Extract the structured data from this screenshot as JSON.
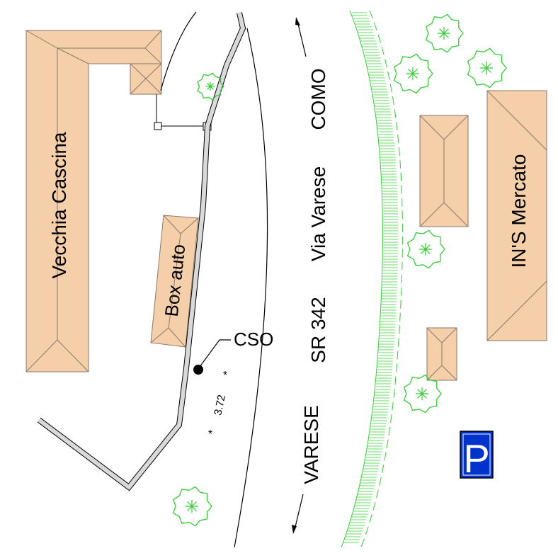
{
  "buildings": {
    "vecchia_cascina": "Vecchia Cascina",
    "box_auto": "Box auto",
    "ins_mercato": "IN'S Mercato"
  },
  "road": {
    "direction_north": "COMO",
    "street_name": "Via Varese",
    "route_number": "SR 342",
    "direction_south": "VARESE"
  },
  "sewer": {
    "overflow_label": "CSO",
    "elevation": "3.72"
  },
  "parking": {
    "symbol": "P",
    "color": "#0033cc"
  },
  "colors": {
    "building_fill": "#f5cfaa",
    "vegetation": "#33cc33",
    "sewer_pipe": "#d9d9d9"
  }
}
